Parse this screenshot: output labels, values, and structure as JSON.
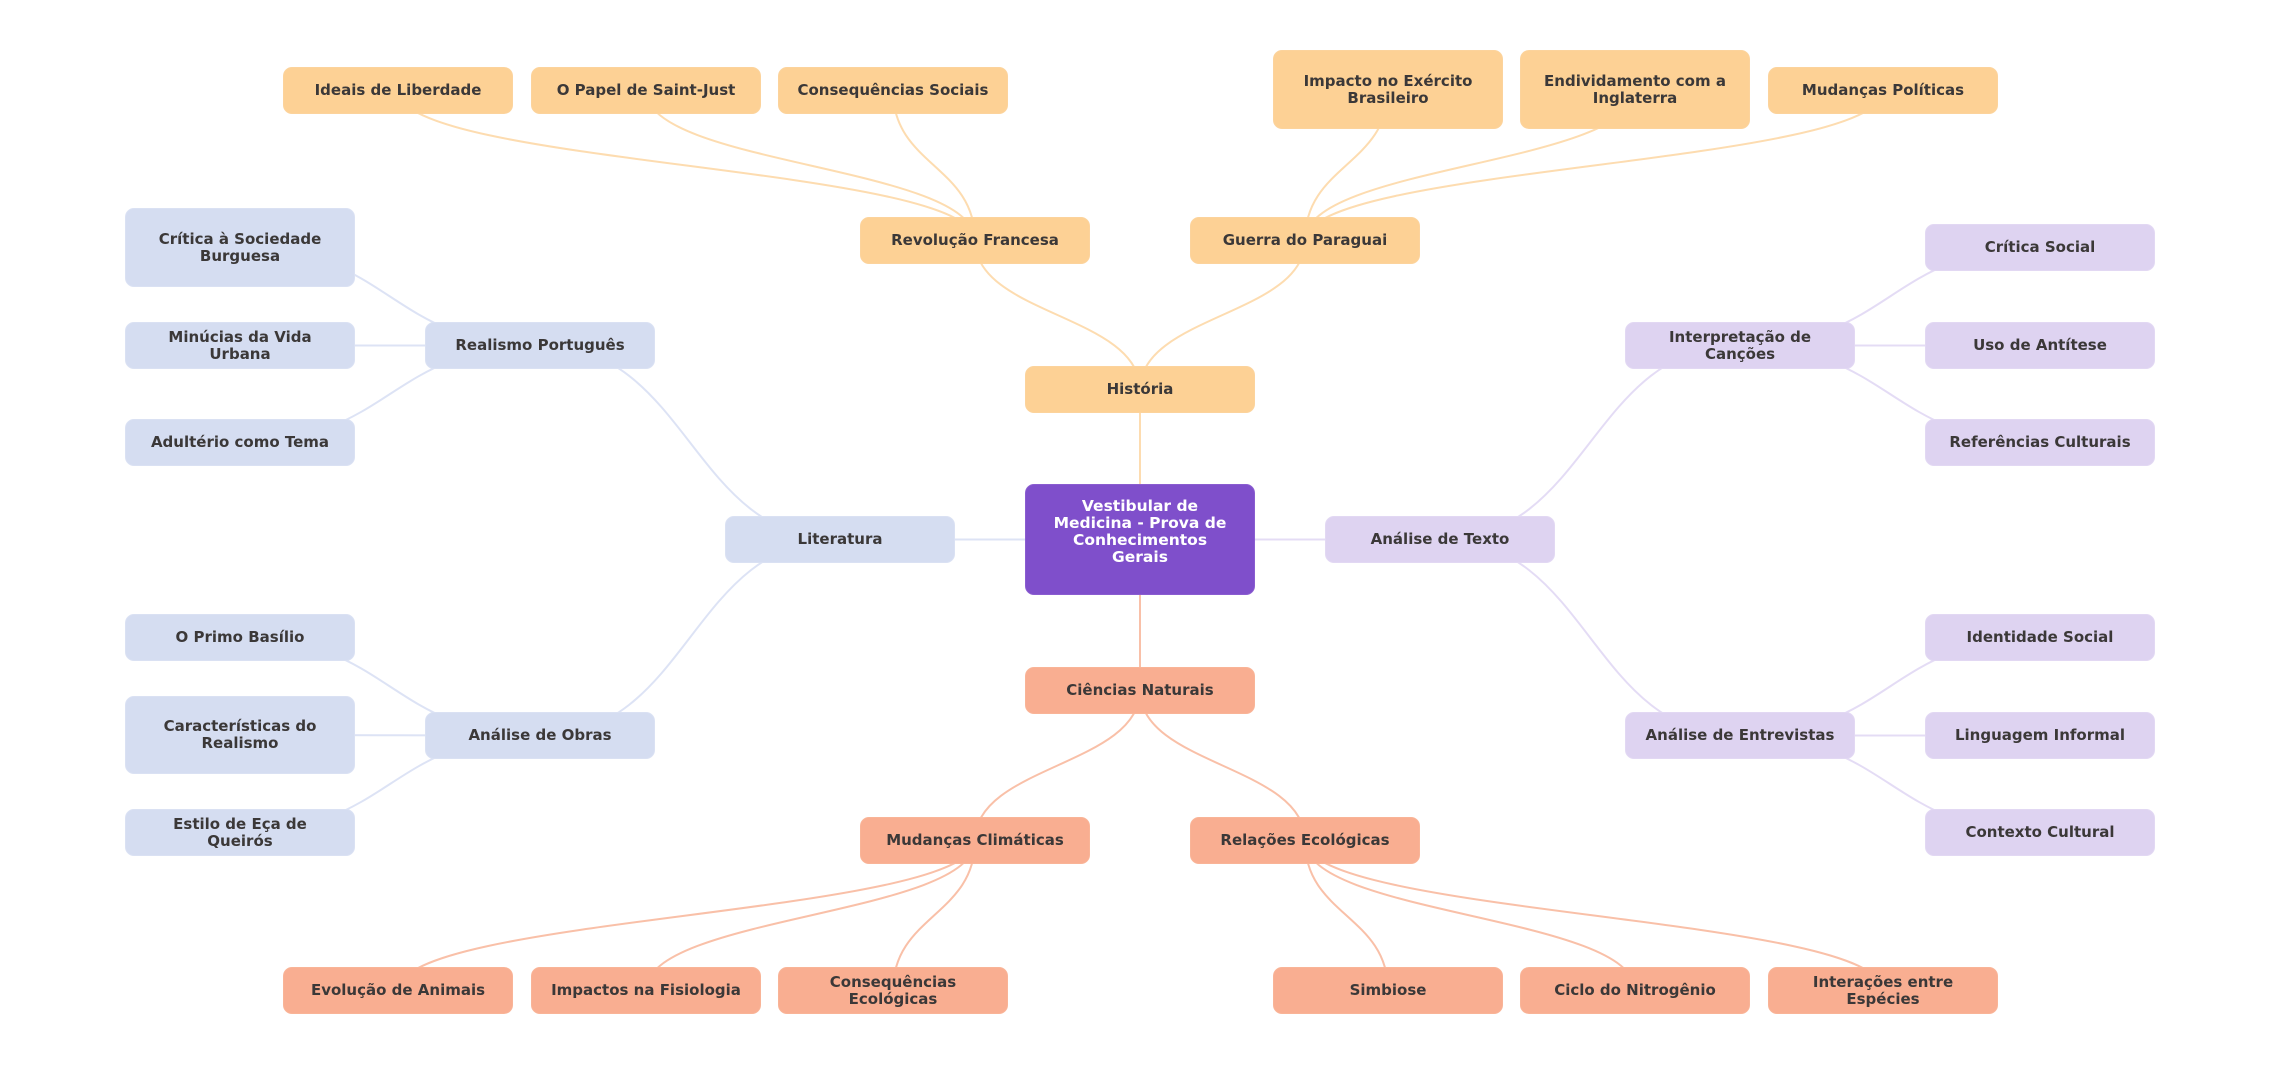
{
  "mindmap": {
    "root": "Vestibular de Medicina - Prova de Conhecimentos Gerais",
    "colors": {
      "root": "#7f4fcb",
      "historia": "#fdd195",
      "ciencias": "#f9ae91",
      "literatura": "#d5ddf1",
      "analise_texto": "#ded3f1",
      "text": "#3b3838",
      "edge_historia": "#fddcb0",
      "edge_ciencias": "#f9c0a8",
      "edge_literatura": "#dde3f5",
      "edge_analise_texto": "#e4dcf5"
    },
    "branches": {
      "historia": {
        "label": "História",
        "revolucao": {
          "label": "Revolução Francesa",
          "children": [
            "Ideais de Liberdade",
            "O Papel de Saint-Just",
            "Consequências Sociais"
          ]
        },
        "guerra": {
          "label": "Guerra do Paraguai",
          "children": [
            "Impacto no Exército Brasileiro",
            "Endividamento com a Inglaterra",
            "Mudanças Políticas"
          ]
        }
      },
      "literatura": {
        "label": "Literatura",
        "realismo": {
          "label": "Realismo Português",
          "children": [
            "Crítica à Sociedade Burguesa",
            "Minúcias da Vida Urbana",
            "Adultério como Tema"
          ]
        },
        "obras": {
          "label": "Análise de Obras",
          "children": [
            "O Primo Basílio",
            "Características do Realismo",
            "Estilo de Eça de Queirós"
          ]
        }
      },
      "analise_texto": {
        "label": "Análise de Texto",
        "cancoes": {
          "label": "Interpretação de Canções",
          "children": [
            "Crítica Social",
            "Uso de Antítese",
            "Referências Culturais"
          ]
        },
        "entrevistas": {
          "label": "Análise de Entrevistas",
          "children": [
            "Identidade Social",
            "Linguagem Informal",
            "Contexto Cultural"
          ]
        }
      },
      "ciencias": {
        "label": "Ciências Naturais",
        "clima": {
          "label": "Mudanças Climáticas",
          "children": [
            "Evolução de Animais",
            "Impactos na Fisiologia",
            "Consequências Ecológicas"
          ]
        },
        "ecologia": {
          "label": "Relações Ecológicas",
          "children": [
            "Simbiose",
            "Ciclo do Nitrogênio",
            "Interações entre Espécies"
          ]
        }
      }
    }
  }
}
